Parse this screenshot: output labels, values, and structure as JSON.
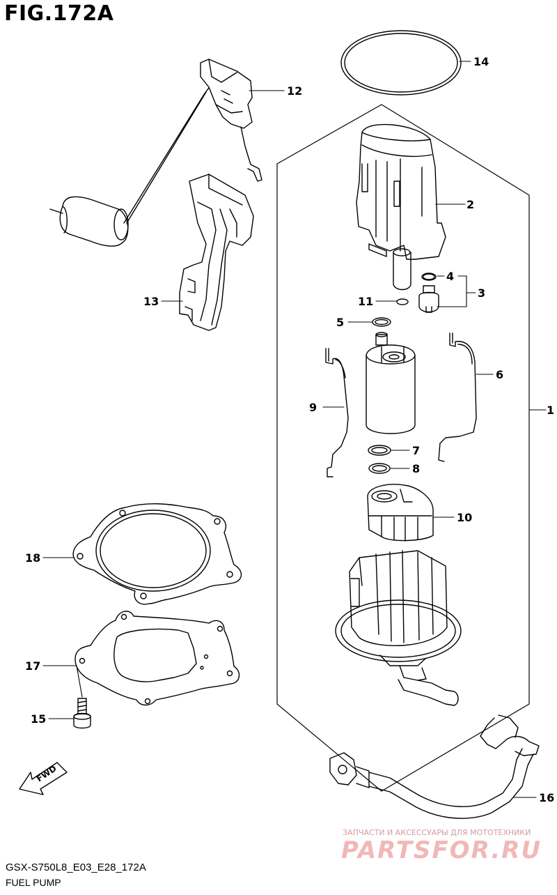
{
  "figure": {
    "title": "FIG.172A",
    "code": "GSX-S750L8_E03_E28_172A",
    "name": "FUEL PUMP"
  },
  "fwd_label": "FWD",
  "watermark": {
    "tagline": "ЗАПЧАСТИ И АКСЕССУАРЫ ДЛЯ МОТОТЕХНИКИ",
    "brand": "PARTSFOR.RU"
  },
  "callouts": [
    "1",
    "2",
    "3",
    "4",
    "5",
    "6",
    "7",
    "8",
    "9",
    "10",
    "11",
    "12",
    "13",
    "14",
    "15",
    "16",
    "17",
    "18"
  ]
}
